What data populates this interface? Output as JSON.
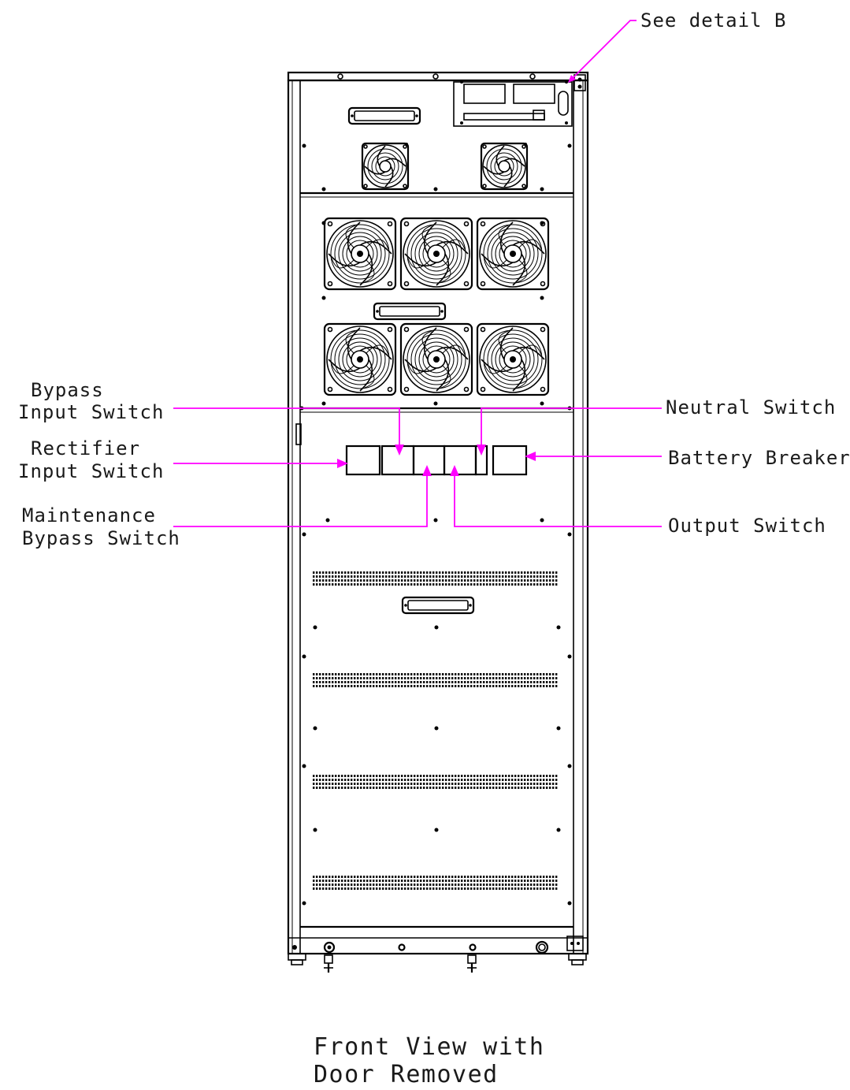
{
  "colors": {
    "accent": "#ff00ff",
    "line": "#000000",
    "background": "#ffffff"
  },
  "callouts": {
    "detail_b": "See detail B",
    "bypass_input_1": "Bypass",
    "bypass_input_2": "Input Switch",
    "rectifier_input_1": "Rectifier",
    "rectifier_input_2": "Input Switch",
    "maintenance_bypass_1": "Maintenance",
    "maintenance_bypass_2": "Bypass Switch",
    "neutral_switch": "Neutral Switch",
    "battery_breaker": "Battery Breaker",
    "output_switch": "Output Switch"
  },
  "caption": {
    "line1": "Front View with",
    "line2": "Door Removed"
  },
  "icons": {
    "fan": "fan-icon",
    "handle": "handle-icon",
    "switch": "switch-icon",
    "arrow": "arrow-icon"
  }
}
